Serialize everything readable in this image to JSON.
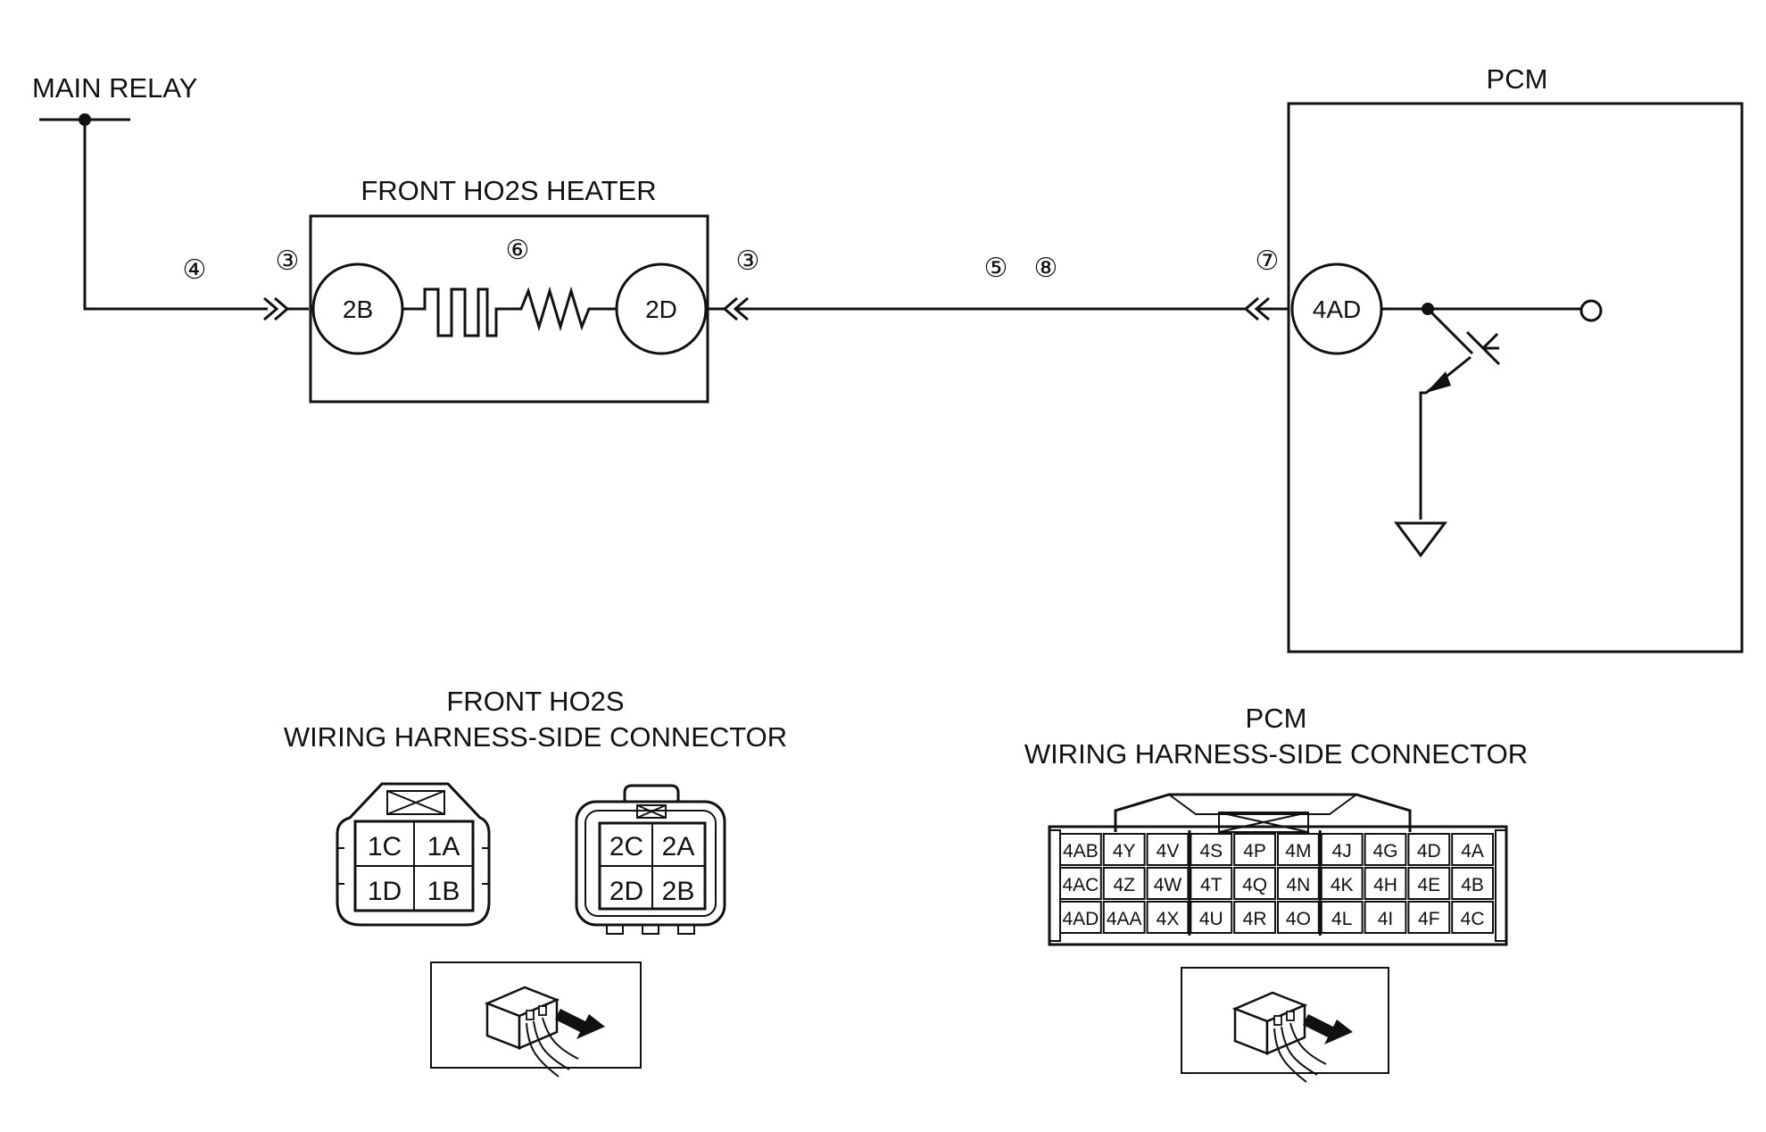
{
  "labels": {
    "main_relay": "MAIN RELAY",
    "heater": "FRONT HO2S HEATER",
    "pcm": "PCM",
    "ho2s_connector_line1": "FRONT HO2S",
    "ho2s_connector_line2": "WIRING HARNESS-SIDE CONNECTOR",
    "pcm_connector_line1": "PCM",
    "pcm_connector_line2": "WIRING HARNESS-SIDE CONNECTOR"
  },
  "terminals": {
    "heater_left": "2B",
    "heater_right": "2D",
    "pcm": "4AD"
  },
  "steps": {
    "wire_main": "④",
    "heater_left_conn": "③",
    "heater_element": "⑥",
    "heater_right_conn": "③",
    "wire_pcm_a": "⑤",
    "wire_pcm_b": "⑧",
    "pcm_conn": "⑦"
  },
  "ho2s_connector_a": [
    "1C",
    "1A",
    "1D",
    "1B"
  ],
  "ho2s_connector_b": [
    "2C",
    "2A",
    "2D",
    "2B"
  ],
  "pcm_connector": [
    [
      "4AB",
      "4Y",
      "4V",
      "4S",
      "4P",
      "4M",
      "4J",
      "4G",
      "4D",
      "4A"
    ],
    [
      "4AC",
      "4Z",
      "4W",
      "4T",
      "4Q",
      "4N",
      "4K",
      "4H",
      "4E",
      "4B"
    ],
    [
      "4AD",
      "4AA",
      "4X",
      "4U",
      "4R",
      "4O",
      "4L",
      "4I",
      "4F",
      "4C"
    ]
  ]
}
